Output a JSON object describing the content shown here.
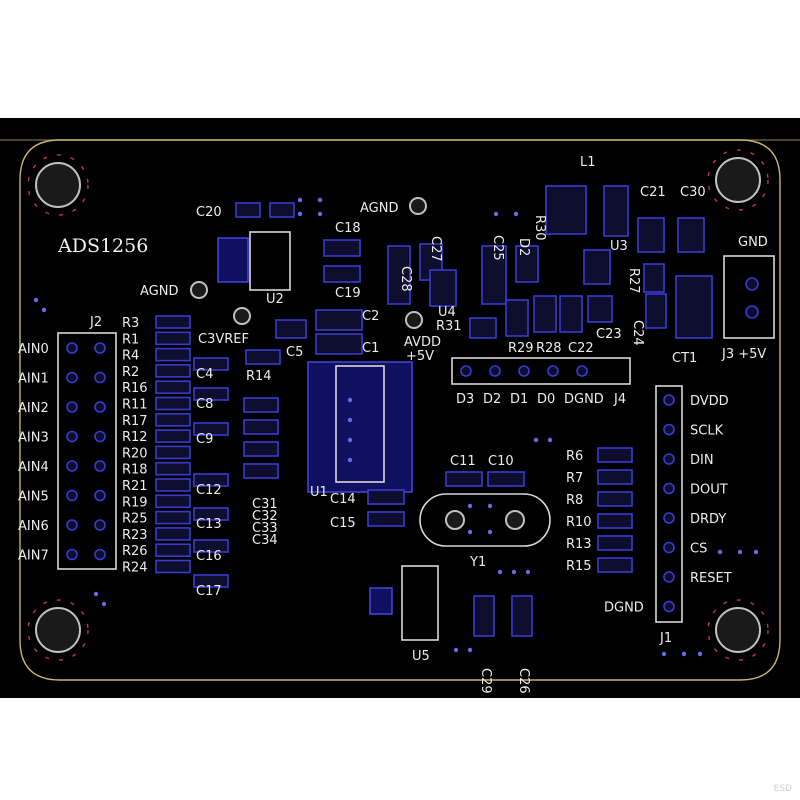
{
  "board": {
    "title": "ADS1256",
    "analog_ground_label": "AGND",
    "analog_ground_label_2": "AGND",
    "avdd_label": "AVDD",
    "avdd_voltage": "+5V",
    "vref_label": "C3VREF",
    "gnd_label": "GND",
    "j3_label": "J3 +5V"
  },
  "connectors": {
    "j2": {
      "ref": "J2",
      "pins": [
        "AIN0",
        "AIN1",
        "AIN2",
        "AIN3",
        "AIN4",
        "AIN5",
        "AIN6",
        "AIN7"
      ]
    },
    "j1": {
      "ref": "J1",
      "pins": [
        "DVDD",
        "SCLK",
        "DIN",
        "DOUT",
        "DRDY",
        "CS",
        "RESET",
        "DGND"
      ]
    },
    "j4": {
      "ref": "J4",
      "pins": [
        "D3",
        "D2",
        "D1",
        "D0",
        "DGND"
      ]
    }
  },
  "designators": {
    "resistors_left": [
      "R3",
      "R1",
      "R4",
      "R2",
      "R16",
      "R11",
      "R17",
      "R12",
      "R20",
      "R18",
      "R21",
      "R19",
      "R25",
      "R23",
      "R26",
      "R24"
    ],
    "caps_left": [
      "C4",
      "C8",
      "C9",
      "C12",
      "C13",
      "C16",
      "C17"
    ],
    "caps_stack": [
      "C31",
      "C32",
      "C33",
      "C34"
    ],
    "resistors_right": [
      "R6",
      "R7",
      "R8",
      "R10",
      "R13",
      "R15"
    ],
    "top_parts": [
      "C20",
      "C18",
      "C19",
      "C28",
      "C27",
      "C25",
      "D2",
      "R30",
      "L1",
      "C21",
      "C30",
      "U3",
      "R27",
      "C24",
      "C23",
      "C22",
      "R28",
      "R29",
      "R31",
      "U4",
      "C2",
      "C1",
      "C5",
      "R14",
      "U2",
      "CT1"
    ],
    "mid_parts": [
      "U1",
      "C14",
      "C15",
      "C11",
      "C10",
      "Y1",
      "U5",
      "C29",
      "C26"
    ]
  },
  "colors": {
    "background": "#000000",
    "pad_outline": "#3a3ad0",
    "silkscreen": "#ececec",
    "board_edge": "#c8b46a",
    "mounting_hole_pads": "#b03060"
  }
}
